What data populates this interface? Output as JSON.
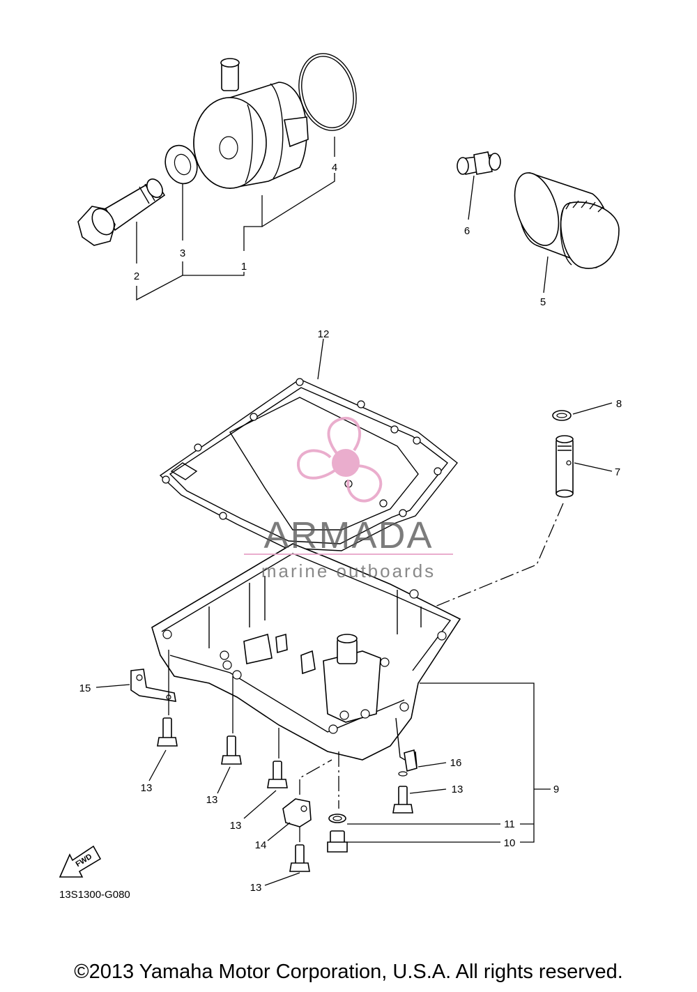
{
  "diagram_code": "13S1300-G080",
  "fwd_label": "FWD",
  "watermark": {
    "name": "ARMADA",
    "tagline": "marine outboards",
    "logo_color": "#e8a5c8"
  },
  "copyright": "©2013 Yamaha Motor Corporation, U.S.A. All rights reserved.",
  "callouts": {
    "c1": "1",
    "c2": "2",
    "c3": "3",
    "c4": "4",
    "c5": "5",
    "c6": "6",
    "c7": "7",
    "c8": "8",
    "c9": "9",
    "c10": "10",
    "c11": "11",
    "c12": "12",
    "c13a": "13",
    "c13b": "13",
    "c13c": "13",
    "c13d": "13",
    "c13e": "13",
    "c14": "14",
    "c15": "15",
    "c16": "16"
  }
}
